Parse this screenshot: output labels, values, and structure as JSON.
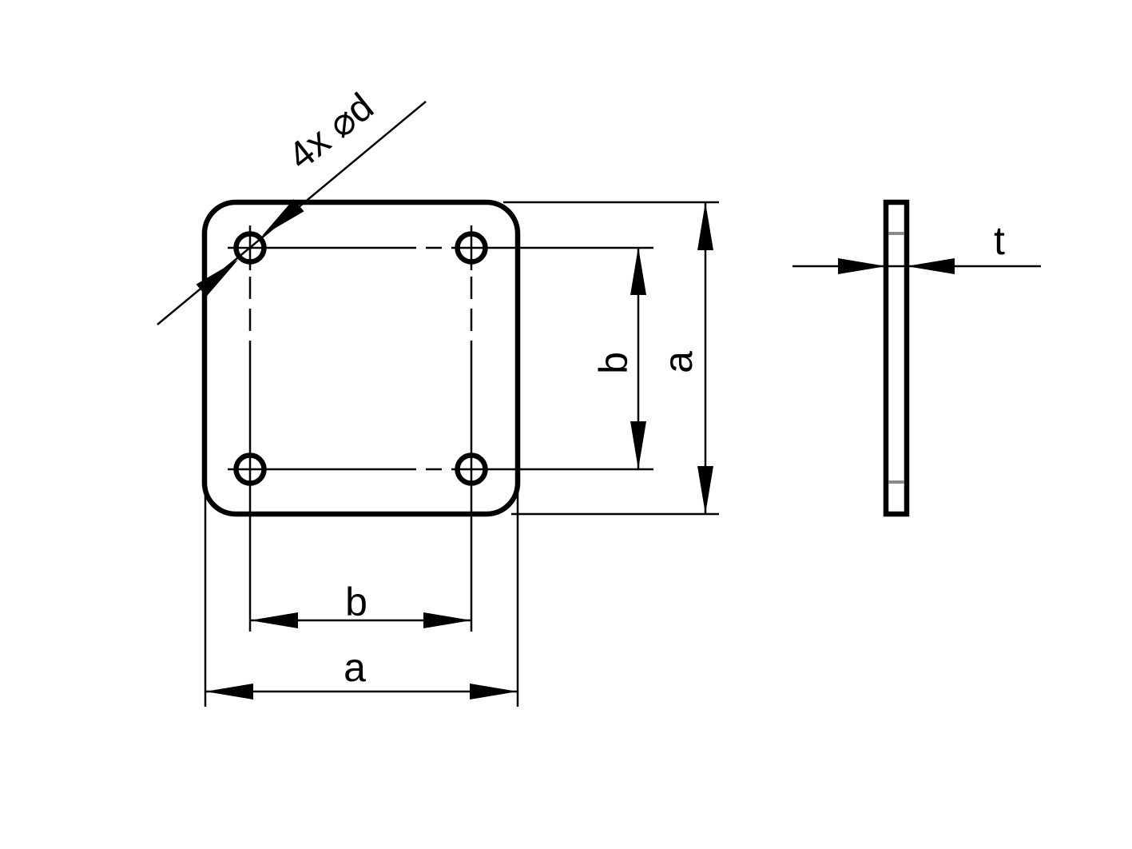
{
  "drawing": {
    "labels": {
      "hole_callout": "4x ⌀d",
      "hole_spacing": "b",
      "overall": "a",
      "thickness": "t"
    },
    "colors": {
      "line": "#000000",
      "background": "#ffffff",
      "hidden_edge": "#8a8a8a"
    }
  }
}
